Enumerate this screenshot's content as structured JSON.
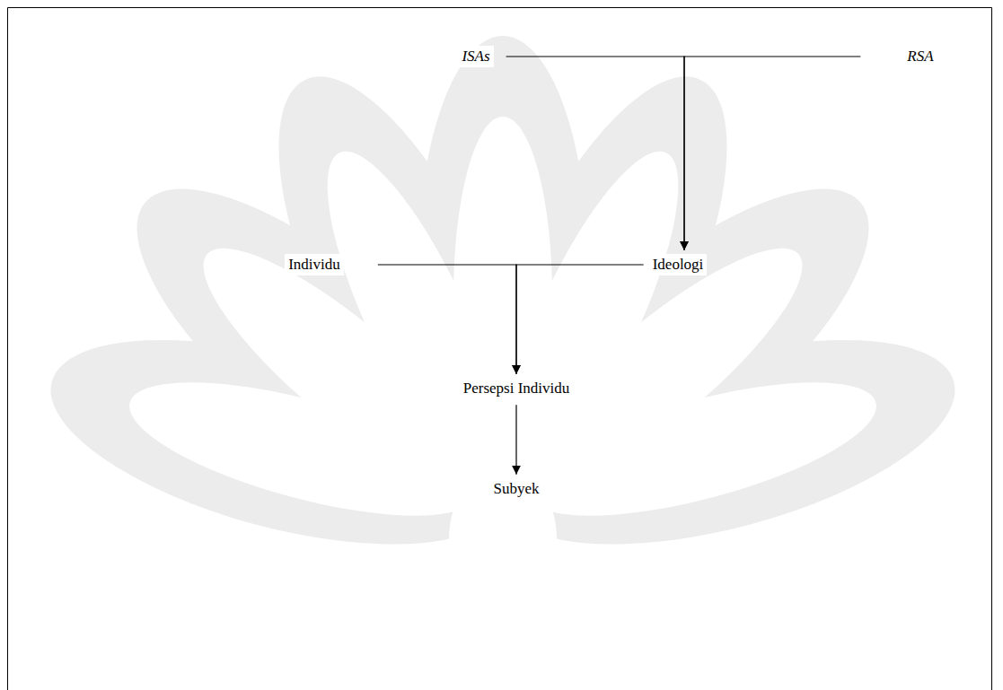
{
  "diagram": {
    "nodes": [
      {
        "text": [
          "ISAs"
        ]
      },
      {
        "text": [
          "RSA"
        ]
      },
      {
        "text": [
          "Individu"
        ]
      },
      {
        "text": [
          "Ideologi"
        ]
      },
      {
        "text": [
          "Persepsi Individu"
        ]
      },
      {
        "text": [
          "Subyek"
        ]
      }
    ],
    "edges": [
      {
        "from": 0,
        "to": 3,
        "arrow": "to"
      },
      {
        "from": 1,
        "to": 3,
        "arrow": "to"
      },
      {
        "from": 2,
        "to": 4,
        "arrow": "to"
      },
      {
        "from": 3,
        "to": 4,
        "arrow": "to"
      },
      {
        "from": 4,
        "to": 5,
        "arrow": "to"
      }
    ]
  }
}
